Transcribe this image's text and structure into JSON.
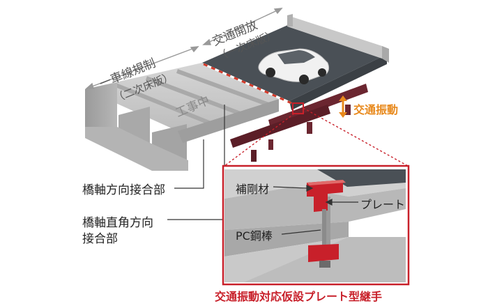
{
  "labels": {
    "one_lane": "一車線規制",
    "one_lane_sub": "（二次床版）",
    "traffic_open": "交通開放",
    "traffic_open_sub": "（一次床版）",
    "construction": "工事中",
    "vibration": "交通振動",
    "bridge_axis_joint": "橋軸方向接合部",
    "perp_joint_line1": "橋軸直角方向",
    "perp_joint_line2": "接合部",
    "stiffener": "補剛材",
    "plate": "プレート",
    "pc_bar": "PC鋼棒",
    "caption": "交通振動対応仮設プレート型継手"
  },
  "colors": {
    "accent_red": "#c8202a",
    "orange": "#e8891c",
    "slab_dark": "#4a5056",
    "concrete": "#c9c9c9",
    "girder": "#6b2630"
  }
}
